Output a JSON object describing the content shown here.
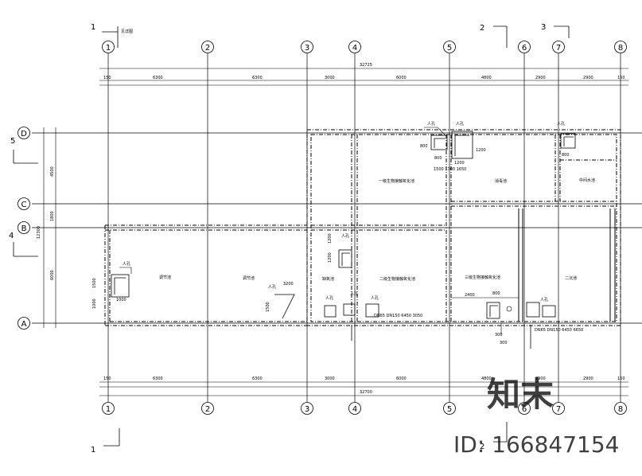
{
  "title_note": "见详图",
  "section_marks": {
    "top_left": "1",
    "top_mid": "2",
    "top_right": "3",
    "left_upper": "5",
    "left_lower": "4",
    "bottom_left": "1",
    "bottom_mid": "2"
  },
  "col_axes": [
    "1",
    "2",
    "3",
    "4",
    "5",
    "6",
    "7",
    "8"
  ],
  "row_axes": [
    "D",
    "C",
    "B",
    "A"
  ],
  "top_total": "32725",
  "bottom_total": "32700",
  "top_spans": [
    "6300",
    "6300",
    "3000",
    "6000",
    "4800",
    "2900",
    "2900"
  ],
  "bottom_spans": [
    "6300",
    "6300",
    "3000",
    "6000",
    "4800",
    "2900",
    "2900"
  ],
  "edge_dims": {
    "left": "150",
    "right": "150"
  },
  "left_dims": {
    "total": "12300",
    "d_c": "4500",
    "c_b": "1800",
    "b_a": "6000"
  },
  "rooms": {
    "r1": "一级生物接触氧化池",
    "r2": "消毒池",
    "r3": "中间水池",
    "r4": "调节池",
    "r5": "调节池",
    "r6": "缺氧池",
    "r7": "二级生物接触氧化池",
    "r8": "三级生物接触氧化池",
    "r9": "二沉池"
  },
  "pipe_notes": {
    "left": "DN65 DN150 6450 3050",
    "right": "DN65 DN150 6450 6650"
  },
  "manhole_label": "人孔",
  "details": {
    "d1_w": "800",
    "d1_h": "800",
    "d2_w": "1200",
    "d2_h": "1200",
    "d2_note": "1500 1700 1650",
    "d3_w": "800",
    "d4_a": "1200",
    "d4_b": "1200",
    "d5_a": "1500",
    "d5_b": "1000",
    "d5_c": "1000",
    "d6_a": "1500",
    "d6_b": "3200",
    "d7_a": "800",
    "d7_b": "2400",
    "d8_a": "300",
    "d8_b": "300"
  },
  "watermark": {
    "logo": "知末",
    "id": "ID: 166847154"
  }
}
